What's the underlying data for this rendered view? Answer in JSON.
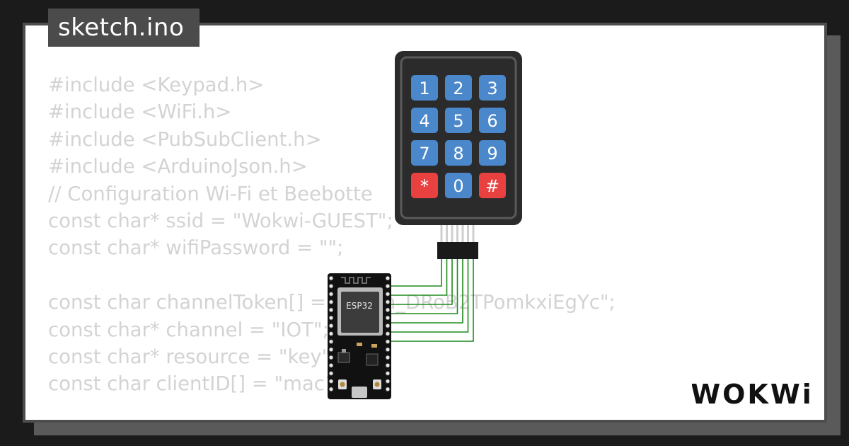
{
  "file_tab": {
    "name": "sketch.ino"
  },
  "code_lines": [
    "#include <Keypad.h>",
    "#include <WiFi.h>",
    "#include <PubSubClient.h>",
    "#include <ArduinoJson.h>",
    "// Configuration Wi-Fi et Beebotte",
    "const char* ssid = \"Wokwi-GUEST\";",
    "const char* wifiPassword = \"\";",
    "",
    "const char channelToken[] = \"token_DRoB2TPomkxiEgYc\";",
    "const char* channel = \"IOT\";",
    "const char* resource = \"key\";",
    "const char clientID[] = \"mac1235\";"
  ],
  "keypad": {
    "keys": [
      "1",
      "2",
      "3",
      "4",
      "5",
      "6",
      "7",
      "8",
      "9",
      "*",
      "0",
      "#"
    ],
    "colors": {
      "frame": "#2b2b2b",
      "border": "#555555",
      "key": "#4a87cb",
      "special_key": "#e94040"
    }
  },
  "esp32": {
    "chip_label": "ESP32"
  },
  "wire_color": "#1e8a1e",
  "brand": {
    "logo": "WOKWi"
  }
}
